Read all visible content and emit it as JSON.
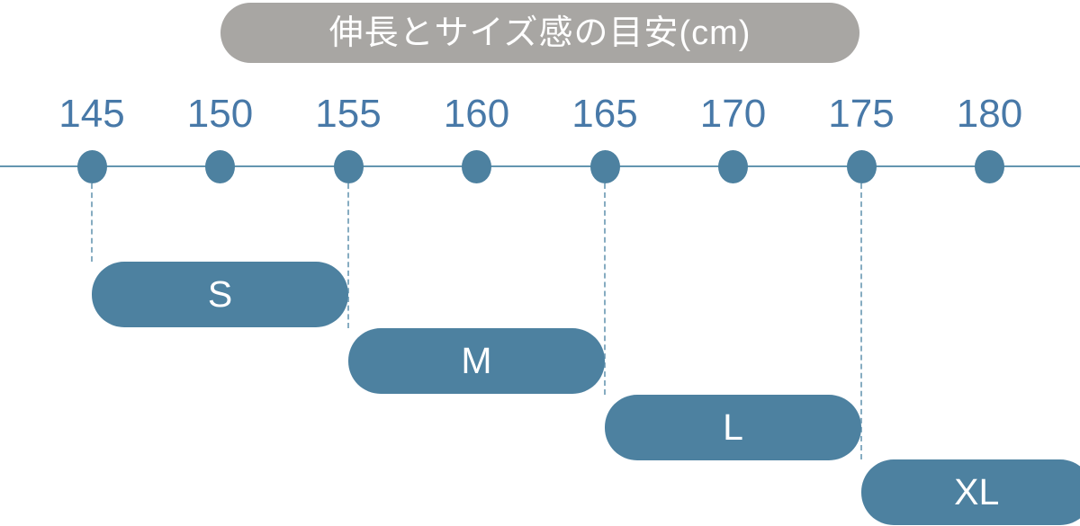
{
  "title": {
    "text": "伸長とサイズ感の目安(cm)"
  },
  "colors": {
    "banner_bg": "#A8A6A3",
    "banner_text": "#FFFFFF",
    "bar": "#4D81A0",
    "dot": "#4D81A0",
    "axis_line": "#6396B0",
    "dash": "#86ACC1",
    "tick_label": "#4879A8",
    "bar_text": "#FFFFFF"
  },
  "chart_data": {
    "type": "bar",
    "title": "伸長とサイズ感の目安(cm)",
    "subtitle": "",
    "unit": "cm",
    "orientation": "horizontal-interval",
    "axis": {
      "ticks": [
        145,
        150,
        155,
        160,
        165,
        170,
        175,
        180
      ],
      "min": 145,
      "max": 180,
      "tick_step": 5,
      "grid": false
    },
    "dashed_guides_at": [
      145,
      155,
      165,
      175
    ],
    "series": [
      {
        "name": "S",
        "from": 145,
        "to": 155,
        "open_ended": false
      },
      {
        "name": "M",
        "from": 155,
        "to": 165,
        "open_ended": false
      },
      {
        "name": "L",
        "from": 165,
        "to": 175,
        "open_ended": false
      },
      {
        "name": "XL",
        "from": 175,
        "to": 184,
        "open_ended": true
      }
    ],
    "legend": null
  }
}
